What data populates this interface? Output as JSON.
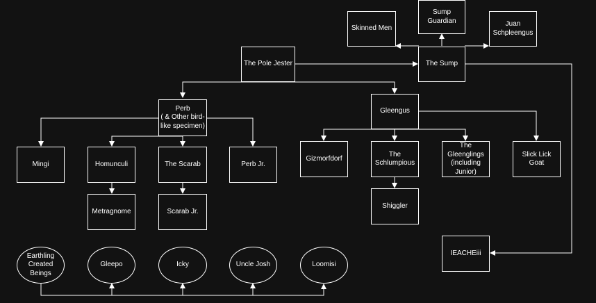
{
  "diagram": {
    "colors": {
      "background": "#121212",
      "stroke": "#ffffff",
      "text": "#ffffff"
    },
    "nodes": {
      "skinned_men": "Skinned Men",
      "sump_guardian": "Sump Guardian",
      "juan": "Juan Schpleengus",
      "pole_jester": "The Pole Jester",
      "sump": "The Sump",
      "perb": "Perb\n( & Other bird-like specimen)",
      "gleengus": "Gleengus",
      "mingi": "Mingi",
      "homunculi": "Homunculi",
      "scarab": "The Scarab",
      "perb_jr": "Perb Jr.",
      "gizmorfdorf": "Gizmorfdorf",
      "schlumpious": "The Schlumpious",
      "gleenglings": "The Gleenglings (including Junior)",
      "slick_lick": "Slick Lick Goat",
      "metragnome": "Metragnome",
      "scarab_jr": "Scarab Jr.",
      "shiggler": "Shiggler",
      "ieacheiii": "IEACHEiii",
      "earthling": "Earthling Created Beings",
      "gleepo": "Gleepo",
      "icky": "Icky",
      "uncle_josh": "Uncle Josh",
      "loomisi": "Loomisi"
    }
  }
}
